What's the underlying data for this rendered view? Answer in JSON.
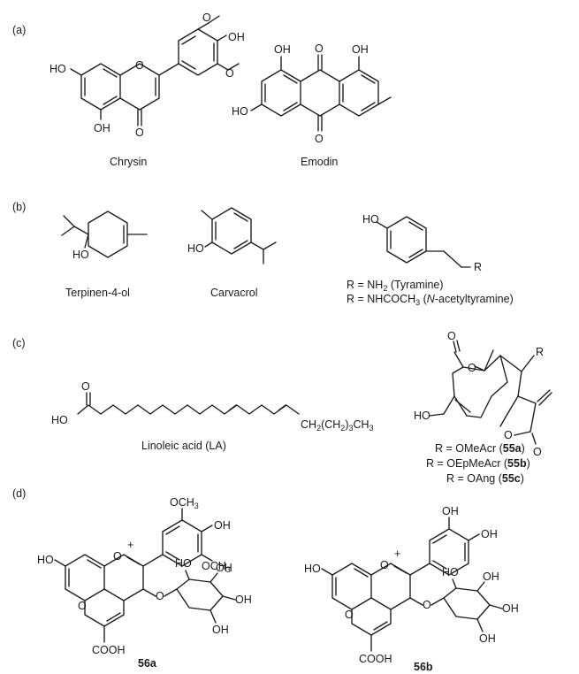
{
  "panels": {
    "a": "(a)",
    "b": "(b)",
    "c": "(c)",
    "d": "(d)"
  },
  "names": {
    "chrysin": "Chrysin",
    "emodin": "Emodin",
    "terpinen": "Terpinen-4-ol",
    "carvacrol": "Carvacrol",
    "tyramine_line1_prefix": "R = NH",
    "tyramine_line1_sub": "2",
    "tyramine_line1_suffix": " (Tyramine)",
    "tyramine_line2_prefix": "R = NHCOCH",
    "tyramine_line2_sub": "3",
    "tyramine_line2_mid": " (",
    "tyramine_line2_italic": "N",
    "tyramine_line2_suffix": "-acetyltyramine)",
    "linoleic": "Linoleic acid (LA)",
    "r55a_prefix": "R = OMeAcr (",
    "r55a_bold": "55a",
    "r55b_prefix": "R = OEpMeAcr (",
    "r55b_bold": "55b",
    "r55c_prefix": "R = OAng (",
    "r55c_bold": "55c",
    "close": ")",
    "c56a": "56a",
    "c56b": "56b"
  },
  "atoms": {
    "HO": "HO",
    "OH": "OH",
    "O": "O",
    "R": "R",
    "OMe": "O",
    "OCH3_prefix": "OCH",
    "OCH3_sub": "3",
    "COOH": "COOH",
    "plus": "+",
    "CH2_prefix": "CH",
    "CH2_sub": "2",
    "CH2_mid": "(CH",
    "CH2_sub2": "2",
    "CH2_mid2": ")",
    "CH2_sub3": "3",
    "CH2_end": "CH",
    "CH2_sub4": "3"
  }
}
